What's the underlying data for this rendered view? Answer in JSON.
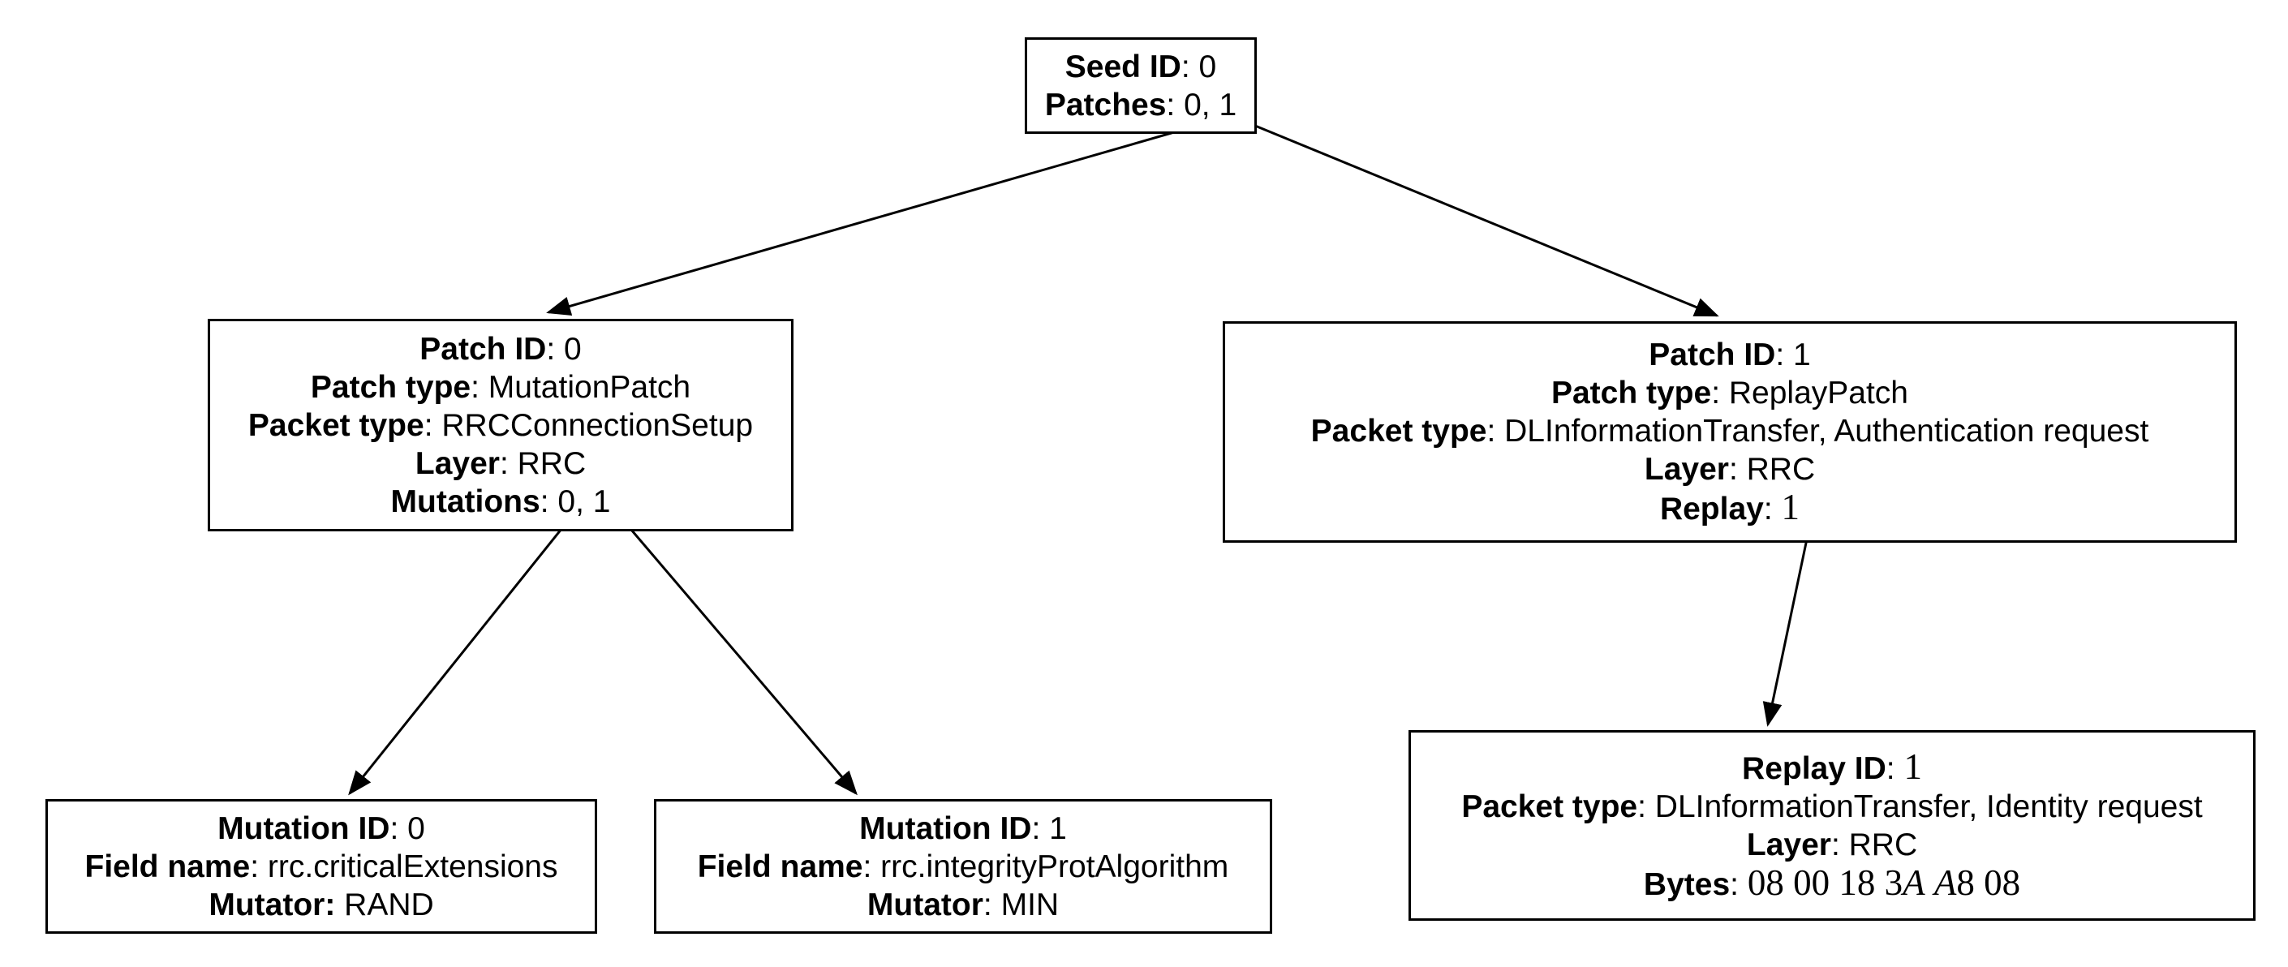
{
  "seed": {
    "id_key": "Seed ID",
    "id_value": ": 0",
    "patches_key": "Patches",
    "patches_value": ": 0, 1"
  },
  "patch0": {
    "id_key": "Patch ID",
    "id_value": ": 0",
    "type_key": "Patch type",
    "type_value": ": MutationPatch",
    "packet_key": "Packet type",
    "packet_value": ": RRCConnectionSetup",
    "layer_key": "Layer",
    "layer_value": ": RRC",
    "mutations_key": "Mutations",
    "mutations_value": ": 0, 1"
  },
  "patch1": {
    "id_key": "Patch ID",
    "id_value": ": 1",
    "type_key": "Patch type",
    "type_value": ": ReplayPatch",
    "packet_key": "Packet type",
    "packet_value": ": DLInformationTransfer, Authentication request",
    "layer_key": "Layer",
    "layer_value": ": RRC",
    "replay_key": "Replay",
    "replay_sep": ": ",
    "replay_value": "1"
  },
  "mutation0": {
    "id_key": "Mutation ID",
    "id_value": ": 0",
    "field_key": "Field name",
    "field_value": ": rrc.criticalExtensions",
    "mutator_key": "Mutator:",
    "mutator_value": " RAND"
  },
  "mutation1": {
    "id_key": "Mutation ID",
    "id_value": ": 1",
    "field_key": "Field name",
    "field_value": ": rrc.integrityProtAlgorithm",
    "mutator_key": "Mutator",
    "mutator_value": ": MIN"
  },
  "replay1": {
    "id_key": "Replay ID",
    "id_sep": ": ",
    "id_value": "1",
    "packet_key": "Packet type",
    "packet_value": ": DLInformationTransfer, Identity request",
    "layer_key": "Layer",
    "layer_value": ": RRC",
    "bytes_key": "Bytes",
    "bytes_sep": ": ",
    "bytes": [
      "08",
      "00",
      "18",
      "3",
      "A",
      "A",
      "8",
      "08"
    ]
  },
  "colors": {
    "stroke": "#000000",
    "background": "#ffffff"
  }
}
